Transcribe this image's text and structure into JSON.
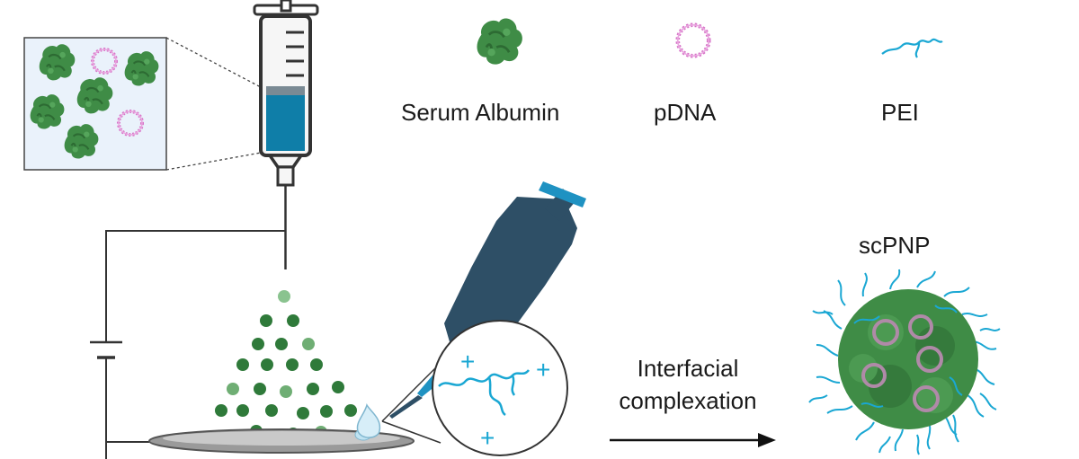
{
  "legend": {
    "items": [
      {
        "label": "Serum Albumin",
        "icon": "albumin-protein-icon"
      },
      {
        "label": "pDNA",
        "icon": "plasmid-dna-icon"
      },
      {
        "label": "PEI",
        "icon": "pei-polymer-icon"
      }
    ]
  },
  "process": {
    "line1": "Interfacial",
    "line2": "complexation"
  },
  "product": {
    "label": "scPNP"
  },
  "colors": {
    "albumin": "#3f8c46",
    "albumin_dark": "#2d6b33",
    "pdna": "#d774c8",
    "pei": "#1aa7d3",
    "liquid": "#0f7ea8",
    "pipette": "#2e4f66",
    "pipette_tip": "#1f92c2",
    "wire": "#333333"
  }
}
